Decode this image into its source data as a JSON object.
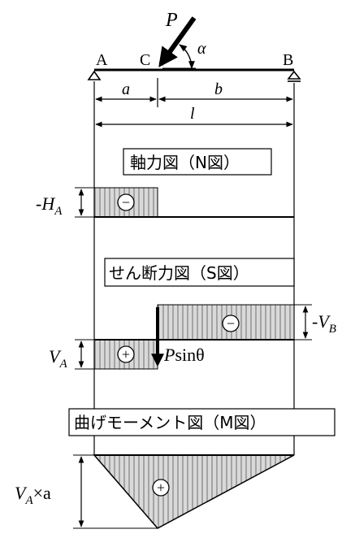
{
  "load": {
    "symbol": "P",
    "angle_symbol": "α"
  },
  "points": {
    "a": "A",
    "c": "C",
    "b": "B"
  },
  "dims": {
    "a": "a",
    "b": "b",
    "l": "l"
  },
  "titles": {
    "axial": "軸力図（N図）",
    "shear": "せん断力図（S図）",
    "moment": "曲げモーメント図（M図）"
  },
  "labels": {
    "neg_ha_prefix": "-H",
    "neg_ha_sub": "A",
    "va": "V",
    "va_sub": "A",
    "neg_vb_prefix": "-V",
    "neg_vb_sub": "B",
    "psin_p": "P",
    "psin_rest": "sinθ",
    "moment_va": "V",
    "moment_va_sub": "A",
    "moment_rest": "×a"
  },
  "signs": {
    "minus": "−",
    "plus": "+"
  },
  "colors": {
    "ink": "#000000",
    "hatch": "#d9d9d9"
  }
}
